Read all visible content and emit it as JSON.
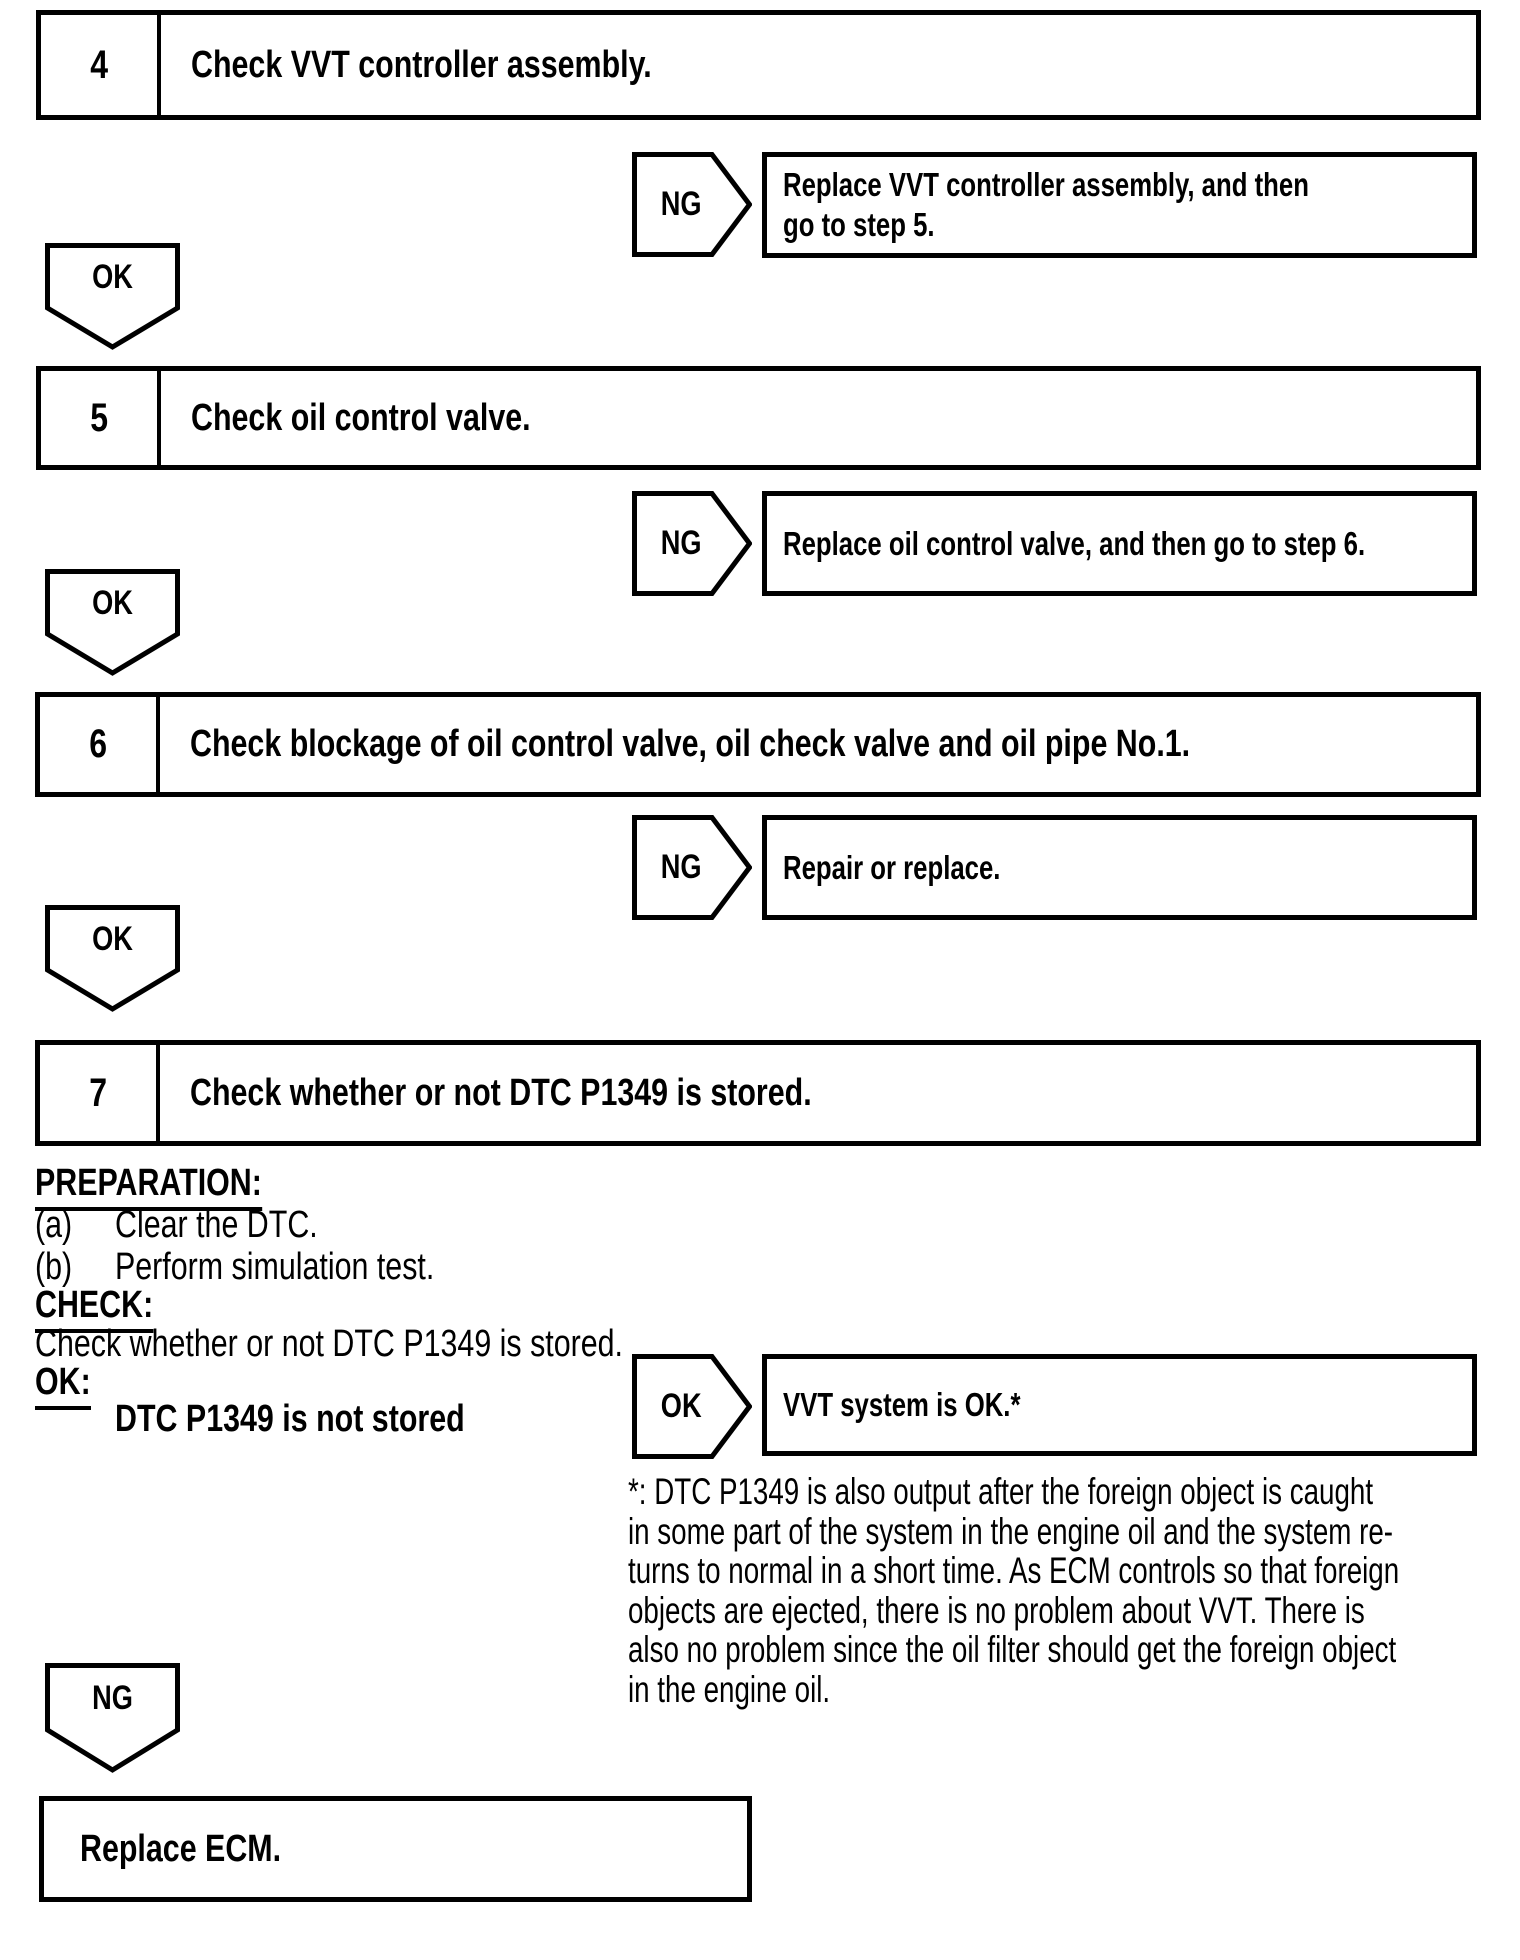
{
  "colors": {
    "ink": "#000000",
    "paper": "#ffffff"
  },
  "flowchart": {
    "ok_label": "OK",
    "ng_label": "NG",
    "steps": [
      {
        "number": "4",
        "title": "Check VVT controller assembly."
      },
      {
        "number": "5",
        "title": "Check oil control valve."
      },
      {
        "number": "6",
        "title": "Check blockage of oil control valve, oil check valve and oil pipe No.1."
      },
      {
        "number": "7",
        "title": "Check whether or not DTC P1349 is stored."
      }
    ],
    "ng_results": [
      "Replace VVT controller assembly, and then go to step 5.",
      "Replace oil control valve, and then go to step 6.",
      "Repair or replace."
    ],
    "ok_result": "VVT system is OK.*",
    "final_action": "Replace ECM."
  },
  "step7_details": {
    "preparation_heading": "PREPARATION:",
    "preparation_items": [
      {
        "label": "(a)",
        "text": "Clear the DTC."
      },
      {
        "label": "(b)",
        "text": "Perform simulation test."
      }
    ],
    "check_heading": "CHECK:",
    "check_text": "Check whether or not DTC P1349 is stored.",
    "ok_heading": "OK:",
    "ok_condition": "DTC P1349 is not stored"
  },
  "footnote": "*: DTC P1349 is also output after the foreign object is caught\nin some part of the system in the engine oil and the system re-\nturns to normal in a short time. As ECM controls so that foreign\nobjects are ejected, there is no problem about VVT. There is\nalso no problem since the oil filter should get the foreign object\nin the engine oil."
}
